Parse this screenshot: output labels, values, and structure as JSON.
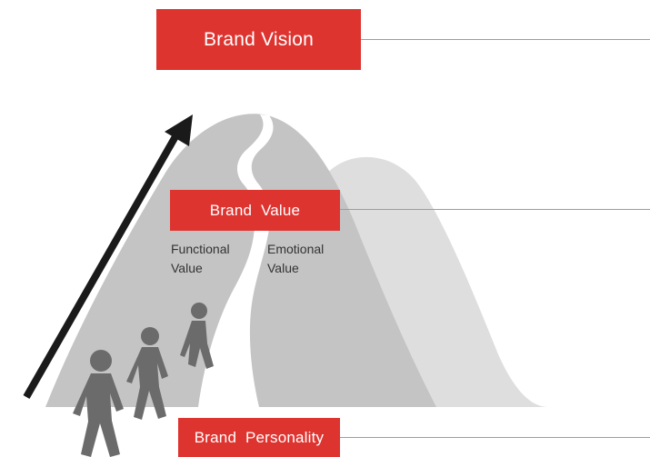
{
  "diagram": {
    "brand_vision": "Brand Vision",
    "brand_value": "Brand  Value",
    "functional_value": {
      "line1": "Functional",
      "line2": "Value"
    },
    "emotional_value": {
      "line1": "Emotional",
      "line2": "Value"
    },
    "brand_personality": "Brand  Personality"
  },
  "colors": {
    "accent_red": "#de3430",
    "front_mountain": "#c4c4c4",
    "back_mountain": "#dedede",
    "path": "#ffffff",
    "arrow": "#1a1a1a",
    "walkers": "#6b6b6b",
    "lines": "#9d9d9d"
  },
  "icons": {
    "walkers": [
      "walking-person-icon",
      "walking-person-icon",
      "walking-person-icon"
    ],
    "arrow": "up-arrow-icon"
  }
}
